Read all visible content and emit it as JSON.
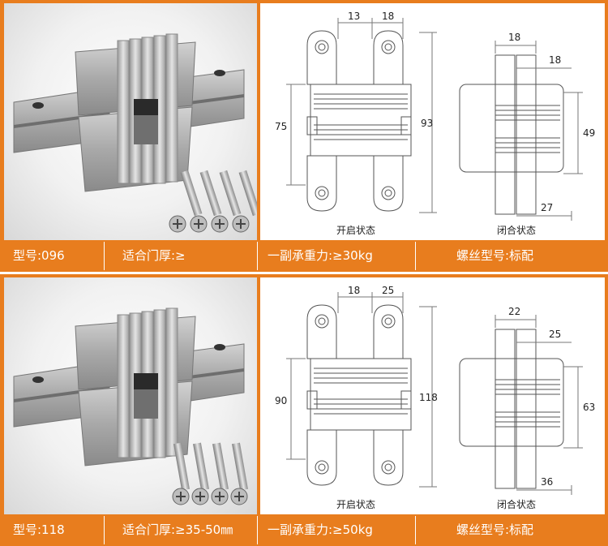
{
  "panels": [
    {
      "spec": {
        "model": "型号:096",
        "door_thickness": "适合门厚:≥",
        "load": "一副承重力:≥30kg",
        "screw": "螺丝型号:标配"
      },
      "open": {
        "width_a": "13",
        "width_b": "18",
        "inner_height": "75",
        "total_height": "93",
        "label": "开启状态"
      },
      "closed": {
        "top_width": "18",
        "side_offset": "18",
        "height": "49",
        "bottom_width": "27",
        "label": "闭合状态"
      }
    },
    {
      "spec": {
        "model": "型号:118",
        "door_thickness": "适合门厚:≥35-50㎜",
        "load": "一副承重力:≥50kg",
        "screw": "螺丝型号:标配"
      },
      "open": {
        "width_a": "18",
        "width_b": "25",
        "inner_height": "90",
        "total_height": "118",
        "label": "开启状态"
      },
      "closed": {
        "top_width": "22",
        "side_offset": "25",
        "height": "63",
        "bottom_width": "36",
        "label": "闭合状态"
      }
    }
  ]
}
